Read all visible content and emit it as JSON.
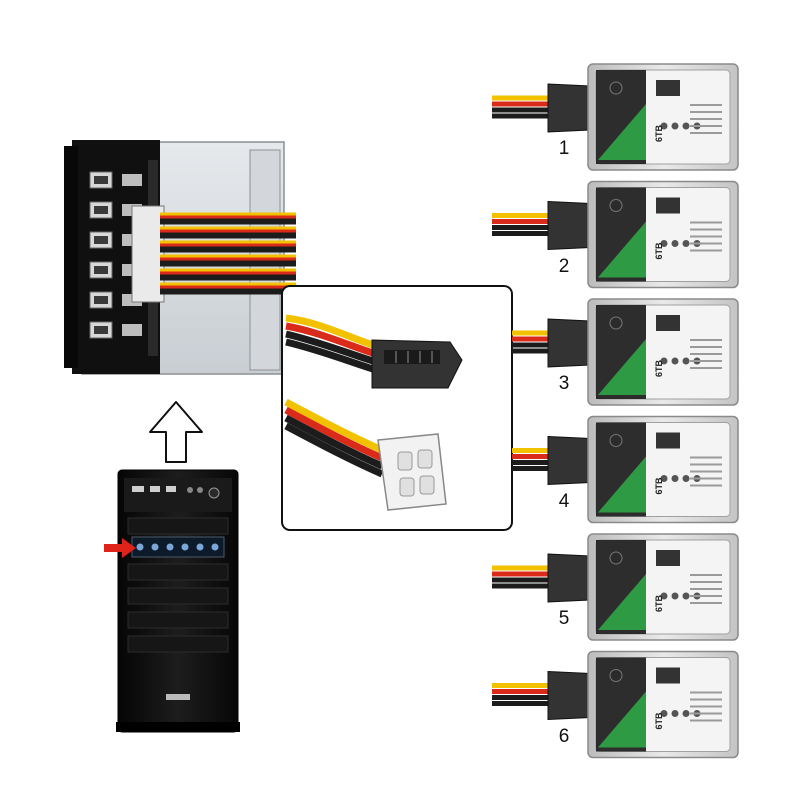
{
  "colors": {
    "wire_yellow": "#f2c100",
    "wire_red": "#d92a1a",
    "wire_black": "#1c1c1c",
    "drive_silver": "#d8d8d8",
    "drive_label_white": "#f4f4f4",
    "accent_green": "#2f9a44",
    "case_black": "#121212",
    "indicator_red": "#e0231a",
    "connector_black": "#333333",
    "molex_white": "#f2f2f2"
  },
  "icons": {
    "arrow": "arrow-up-icon",
    "pointer": "red-pointer-arrow-icon"
  },
  "drives": [
    {
      "number": "1",
      "capacity": "6TB"
    },
    {
      "number": "2",
      "capacity": "6TB"
    },
    {
      "number": "3",
      "capacity": "6TB"
    },
    {
      "number": "4",
      "capacity": "6TB"
    },
    {
      "number": "5",
      "capacity": "6TB"
    },
    {
      "number": "6",
      "capacity": "6TB"
    }
  ]
}
